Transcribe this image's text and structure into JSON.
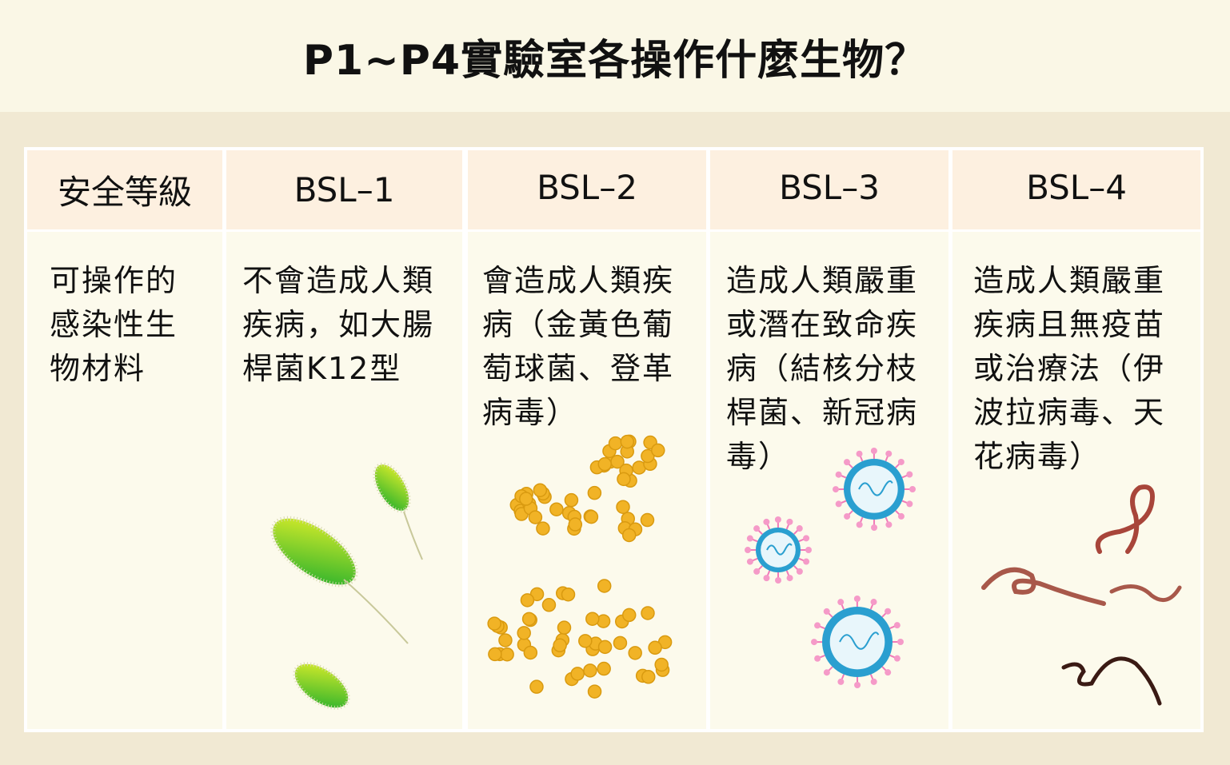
{
  "title": "P1~P4實驗室各操作什麼生物？",
  "table": {
    "headers": [
      "安全等級",
      "BSL–1",
      "BSL–2",
      "BSL–3",
      "BSL–4"
    ],
    "row_label": "可操作的感染性生物材料",
    "cells": [
      "不會造成人類疾病，如大腸桿菌K12型",
      "會造成人類疾病（金黃色葡萄球菌、登革病毒）",
      "造成人類嚴重或潛在致命疾病（結核分枝桿菌、新冠病毒）",
      "造成人類嚴重疾病且無疫苗或治療法（伊波拉病毒、天花病毒）"
    ]
  },
  "colors": {
    "top": "#faf7e6",
    "bg": "#f1e9d3",
    "header": "#fdf0e0",
    "body": "#fcfaec"
  }
}
